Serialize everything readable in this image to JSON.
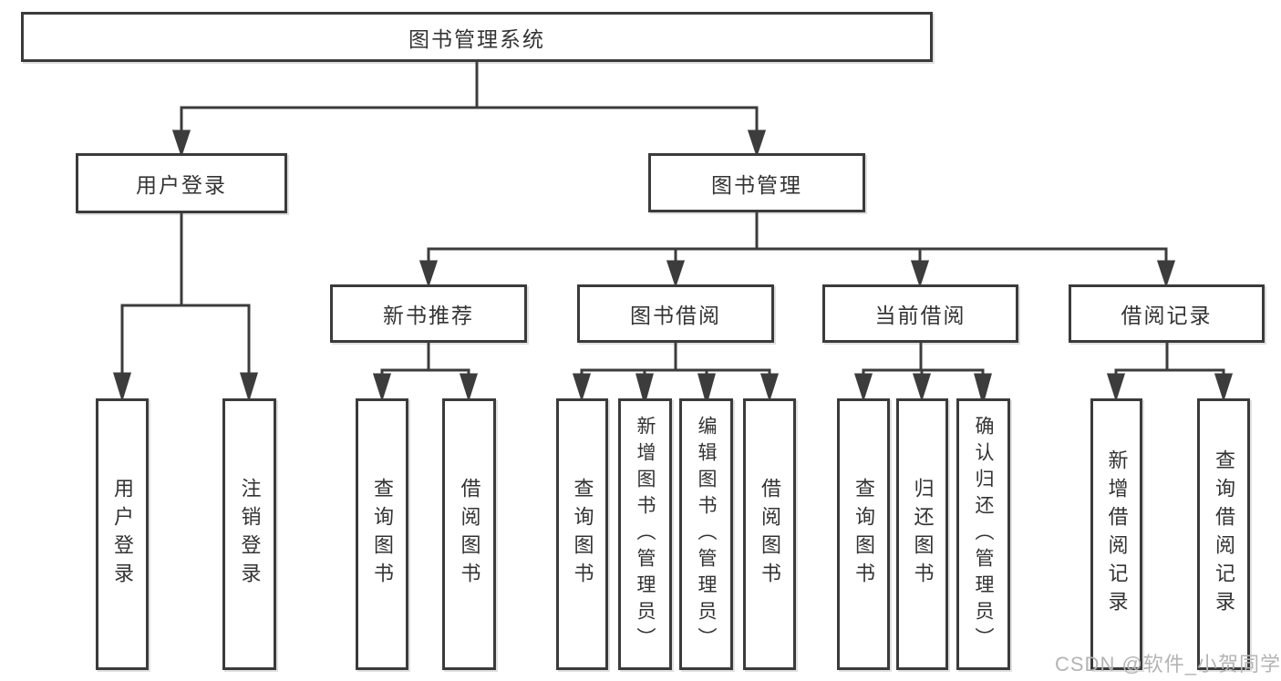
{
  "nodes": {
    "root": "图书管理系统",
    "level2": {
      "user_login": "用户登录",
      "book_mgmt": "图书管理"
    },
    "level3": {
      "new_books": "新书推荐",
      "borrowing": "图书借阅",
      "current": "当前借阅",
      "records": "借阅记录"
    },
    "leaves": {
      "login": "用户登录",
      "logout": "注销登录",
      "nb_query": "查询图书",
      "nb_borrow": "借阅图书",
      "bw_query": "查询图书",
      "bw_add": "新增图书（管理员）",
      "bw_edit": "编辑图书（管理员）",
      "bw_borrow": "借阅图书",
      "cu_query": "查询图书",
      "cu_return": "归还图书",
      "cu_confirm": "确认归还（管理员）",
      "rc_add": "新增借阅记录",
      "rc_query": "查询借阅记录"
    }
  },
  "watermark": "CSDN @软件_小贺同学",
  "colors": {
    "line": "#3c3c3c",
    "text": "#333333",
    "watermark": "#b4b4b6",
    "background": "#ffffff"
  }
}
